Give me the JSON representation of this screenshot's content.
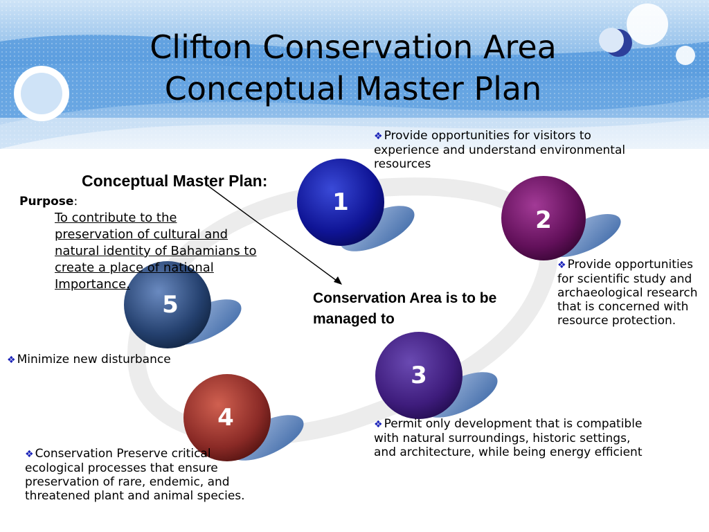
{
  "title": {
    "line1": "Clifton Conservation Area",
    "line2": "Conceptual Master Plan"
  },
  "master_plan": {
    "heading": "Conceptual Master Plan:",
    "purpose_label": "Purpose",
    "purpose_colon": ":",
    "purpose_text": "To contribute to the preservation of cultural and natural identity of Bahamians to create a place of national Importance."
  },
  "center_label": "Conservation Area is to be managed to",
  "bullet_glyph": "❖",
  "circles": [
    {
      "number": "1",
      "color": "#1a1fb0"
    },
    {
      "number": "2",
      "color": "#7a1a6e"
    },
    {
      "number": "3",
      "color": "#4a2a8a"
    },
    {
      "number": "4",
      "color": "#9a3030"
    },
    {
      "number": "5",
      "color": "#2a4a7a"
    }
  ],
  "items": {
    "item1": "Provide opportunities for visitors to experience and understand environmental resources",
    "item2": "Provide opportunities for scientific study and archaeological research that is concerned with resource protection.",
    "item3": "Permit only development that is compatible with natural surroundings, historic settings, and architecture, while being energy efficient",
    "item4": "Conservation Preserve critical ecological processes that ensure preservation of rare, endemic, and threatened plant and animal species.",
    "item5": "Minimize new disturbance"
  }
}
